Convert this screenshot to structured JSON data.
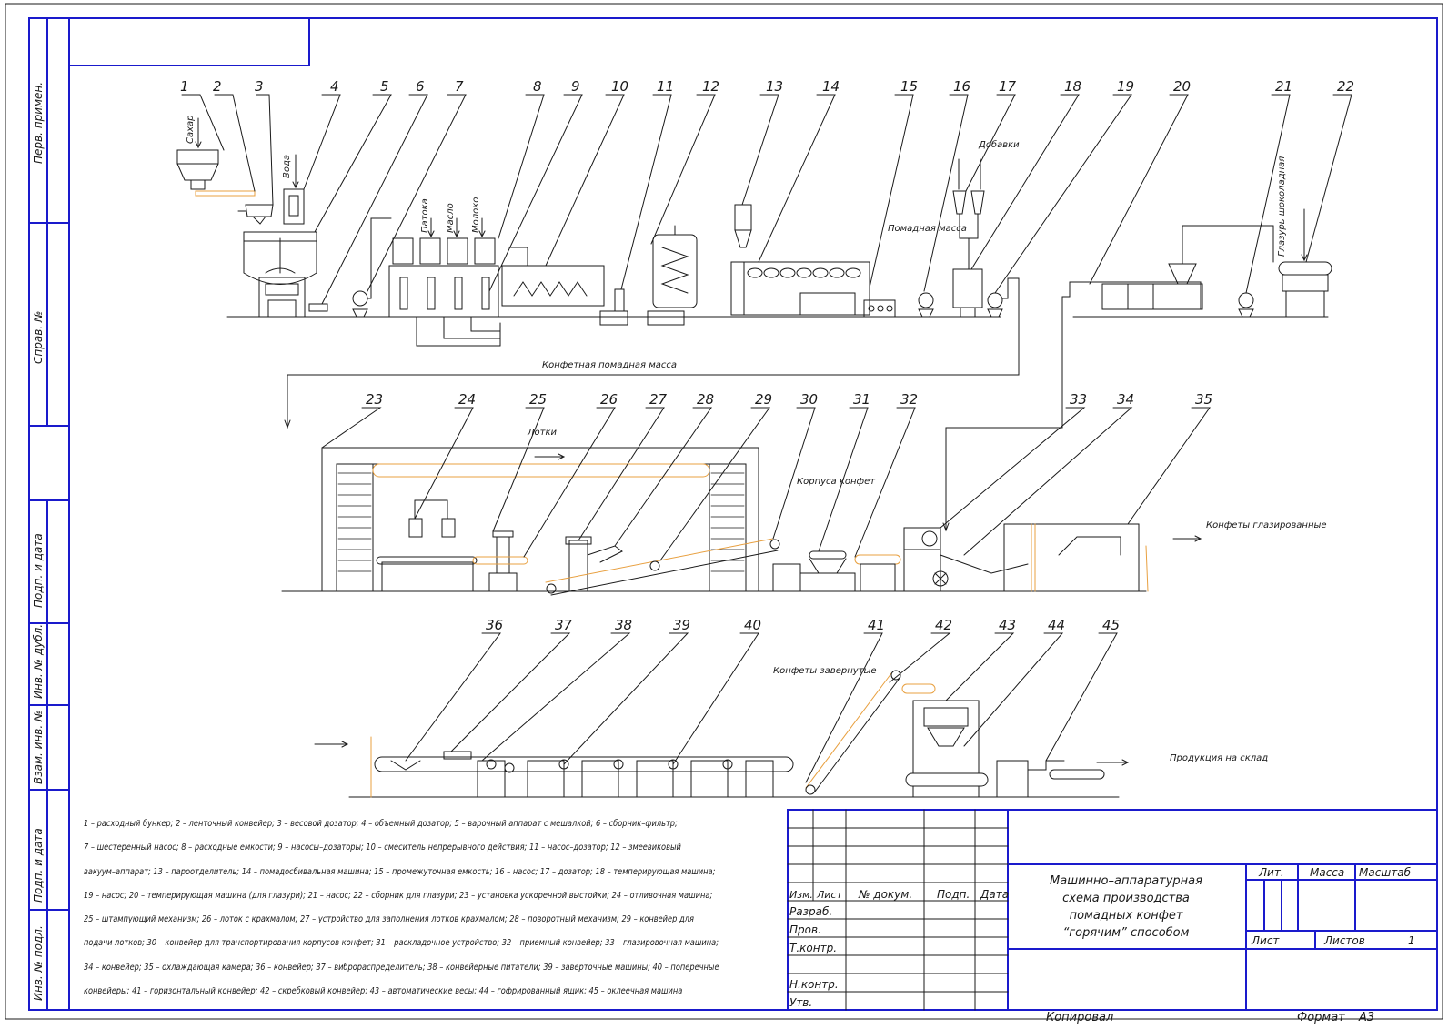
{
  "equipment_numbers": [
    "1",
    "2",
    "3",
    "4",
    "5",
    "6",
    "7",
    "8",
    "9",
    "10",
    "11",
    "12",
    "13",
    "14",
    "15",
    "16",
    "17",
    "18",
    "19",
    "20",
    "21",
    "22",
    "23",
    "24",
    "25",
    "26",
    "27",
    "28",
    "29",
    "30",
    "31",
    "32",
    "33",
    "34",
    "35",
    "36",
    "37",
    "38",
    "39",
    "40",
    "41",
    "42",
    "43",
    "44",
    "45"
  ],
  "flow_labels": {
    "sugar": "Сахар",
    "water": "Вода",
    "molasses": "Патока",
    "butter": "Масло",
    "milk": "Молоко",
    "additives": "Добавки",
    "fondant_mass": "Помадная масса",
    "glaze": "Глазурь шоколадная",
    "candy_fondant_mass": "Конфетная помадная масса",
    "trays": "Лотки",
    "candy_bodies": "Корпуса конфет",
    "glazed_candies": "Конфеты глазированные",
    "wrapped_candies": "Конфеты завернутые",
    "to_warehouse": "Продукция на склад"
  },
  "legend_lines": [
    "1 – расходный бункер; 2 – ленточный конвейер; 3 – весовой дозатор; 4 – объемный дозатор; 5 – варочный аппарат с мешалкой; 6 – сборник–фильтр;",
    "7 – шестеренный насос; 8 – расходные емкости; 9 – насосы–дозаторы; 10 – смеситель непрерывного действия; 11 – насос–дозатор; 12 – змеевиковый",
    "вакуум–аппарат; 13 – пароотделитель; 14 – помадосбивальная машина; 15 – промежуточная емкость; 16 – насос; 17 – дозатор; 18 – темперирующая машина;",
    "19 – насос; 20 – темперирующая машина (для глазури); 21 – насос; 22 – сборник для глазури; 23 – установка ускоренной выстойки; 24 – отливочная машина;",
    "25 – штампующий механизм; 26 – лоток с крахмалом; 27 – устройство для заполнения лотков крахмалом; 28 – поворотный механизм; 29 – конвейер для",
    "подачи лотков; 30 – конвейер для транспортирования корпусов конфет; 31 – раскладочное устройство; 32 – приемный конвейер; 33 – глазировочная машина;",
    "34 – конвейер; 35 – охлаждающая камера; 36 – конвейер; 37 – виброраспределитель; 38 – конвейерные питатели; 39 – заверточные машины; 40 – поперечные",
    "конвейеры; 41 – горизонтальный конвейер; 42 – скребковый конвейер; 43 – автоматические весы; 44 – гофрированный ящик; 45 – оклеечная машина"
  ],
  "side_stamps": {
    "perv_primen": "Перв. примен.",
    "sprav_no": "Справ. №",
    "podp_data_1": "Подп. и дата",
    "inv_dubl": "Инв. № дубл.",
    "vzam_inv": "Взам. инв. №",
    "podp_data_2": "Подп. и дата",
    "inv_podl": "Инв. № подл."
  },
  "title_block": {
    "title_lines": [
      "Машинно–аппаратурная",
      "схема производства",
      "помадных конфет",
      "“горячим” способом"
    ],
    "izm": "Изм.",
    "list": "Лист",
    "doc_no": "№ докум.",
    "podp": "Подп.",
    "data": "Дата",
    "razrab": "Разраб.",
    "prov": "Пров.",
    "tkontr": "Т.контр.",
    "nkontr": "Н.контр.",
    "utv": "Утв.",
    "lit": "Лит.",
    "massa": "Масса",
    "masshtab": "Масштаб",
    "list_label": "Лист",
    "listov_label": "Листов",
    "listov_value": "1"
  },
  "footer": {
    "copied": "Копировал",
    "format_label": "Формат",
    "format_value": "А3"
  },
  "colors": {
    "line": "#1a1a1a",
    "accent": "#e8a040",
    "frame": "#1a1acc"
  }
}
